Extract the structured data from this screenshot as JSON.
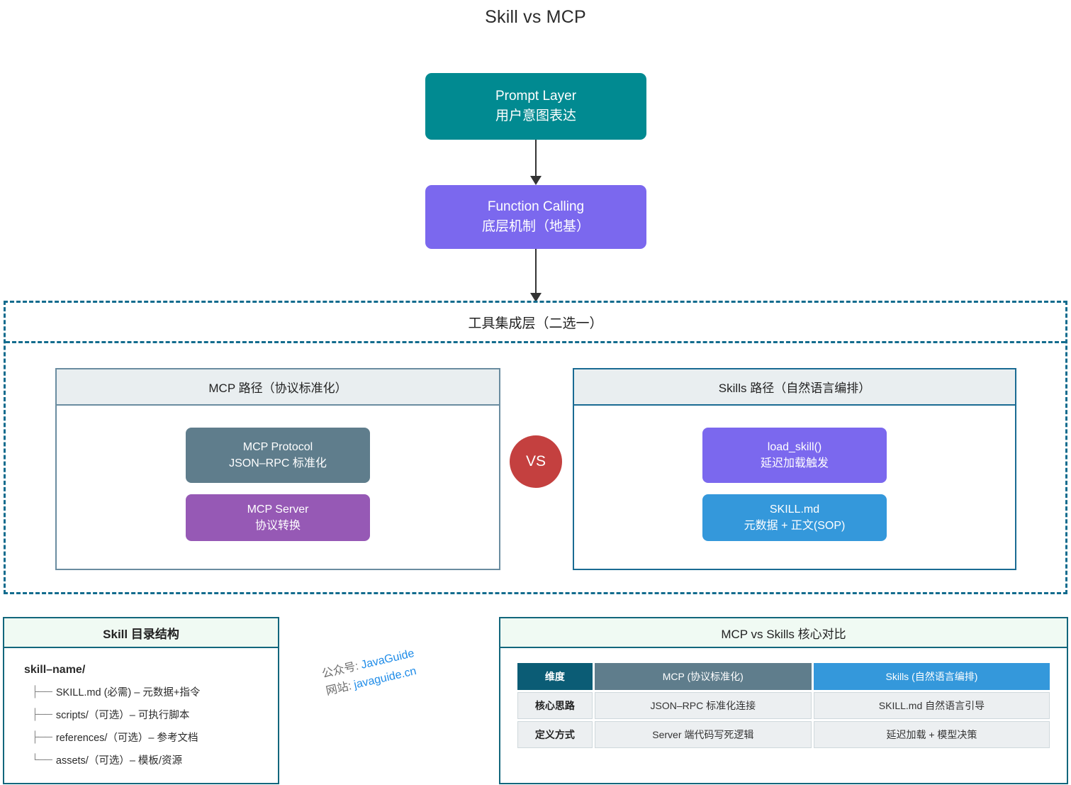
{
  "title": "Skill vs MCP",
  "flow": {
    "prompt_layer": {
      "line1": "Prompt Layer",
      "line2": "用户意图表达",
      "color": "#018A91"
    },
    "function_calling": {
      "line1": "Function Calling",
      "line2": "底层机制（地基）",
      "color": "#7B68EE"
    },
    "arrow_icon": "down-arrow-icon"
  },
  "integration_layer": {
    "title": "工具集成层（二选一）",
    "border_color": "#136C8E",
    "vs_badge": "VS",
    "mcp_path": {
      "header": "MCP 路径（协议标准化）",
      "cards": [
        {
          "line1": "MCP Protocol",
          "line2": "JSON–RPC 标准化",
          "color": "#5F7D8C"
        },
        {
          "line1": "MCP Server",
          "line2": "协议转换",
          "color": "#9659B5"
        }
      ]
    },
    "skills_path": {
      "header": "Skills 路径（自然语言编排）",
      "cards": [
        {
          "line1": "load_skill()",
          "line2": "延迟加载触发",
          "color": "#7B68EE"
        },
        {
          "line1": "SKILL.md",
          "line2": "元数据 + 正文(SOP)",
          "color": "#3498DB"
        }
      ]
    }
  },
  "skill_directory": {
    "header": "Skill 目录结构",
    "root": "skill–name/",
    "entries": [
      {
        "branch": "├──",
        "text": "SKILL.md (必需) – 元数据+指令"
      },
      {
        "branch": "├──",
        "text": "scripts/（可选）– 可执行脚本"
      },
      {
        "branch": "├──",
        "text": "references/（可选）– 参考文档"
      },
      {
        "branch": "└──",
        "text": "assets/（可选）– 模板/资源"
      }
    ]
  },
  "comparison": {
    "header": "MCP vs Skills 核心对比",
    "columns": [
      "维度",
      "MCP (协议标准化)",
      "Skills (自然语言编排)"
    ],
    "rows": [
      {
        "dimension": "核心思路",
        "mcp": "JSON–RPC 标准化连接",
        "skills": "SKILL.md 自然语言引导"
      },
      {
        "dimension": "定义方式",
        "mcp": "Server 端代码写死逻辑",
        "skills": "延迟加载 + 模型决策"
      }
    ],
    "header_colors": {
      "dimension": "#0B5C75",
      "mcp": "#5F7D8C",
      "skills": "#3498DB"
    }
  },
  "watermark": {
    "label1": "公众号:",
    "value1": "JavaGuide",
    "label2": "网站:",
    "value2": "javaguide.cn"
  }
}
